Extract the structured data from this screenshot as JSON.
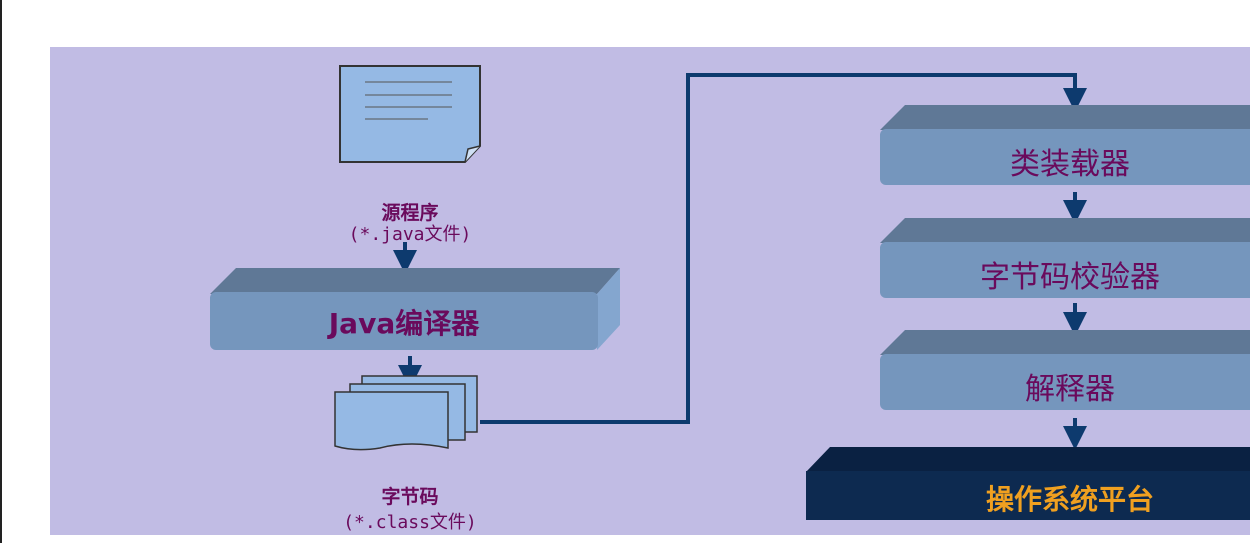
{
  "source": {
    "title": "源程序",
    "subtitle": "(*.java文件)"
  },
  "compiler": {
    "label": "Java编译器"
  },
  "bytecode": {
    "title": "字节码",
    "subtitle": "(*.class文件)"
  },
  "jvm_stages": [
    {
      "label": "类装载器"
    },
    {
      "label": "字节码校验器"
    },
    {
      "label": "解释器"
    }
  ],
  "platform": {
    "label": "操作系统平台"
  },
  "colors": {
    "background": "#c1bce4",
    "box_front": "#7596bd",
    "box_top": "#5f7896",
    "text": "#6a0a5c",
    "platform": "#0b2245",
    "platform_text": "#f0a020",
    "arrow": "#0d3a6e"
  }
}
